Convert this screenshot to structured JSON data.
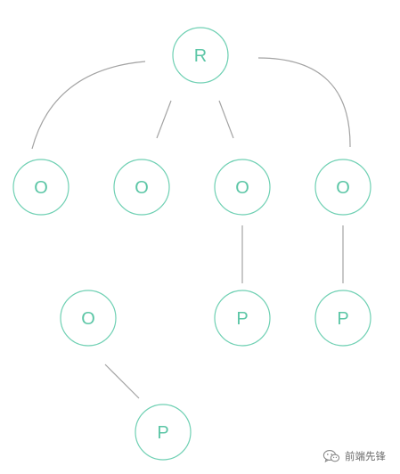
{
  "diagram": {
    "colors": {
      "node_stroke": "#6fd0b3",
      "node_text": "#5cc6a6",
      "edge": "#a3a3a3"
    },
    "nodes": [
      {
        "id": "r",
        "label": "R"
      },
      {
        "id": "o1",
        "label": "O"
      },
      {
        "id": "o2",
        "label": "O"
      },
      {
        "id": "o3",
        "label": "O"
      },
      {
        "id": "o4",
        "label": "O"
      },
      {
        "id": "o5",
        "label": "O"
      },
      {
        "id": "p1",
        "label": "P"
      },
      {
        "id": "p2",
        "label": "P"
      },
      {
        "id": "p3",
        "label": "P"
      }
    ],
    "edges": [
      {
        "from": "r",
        "to": "o1"
      },
      {
        "from": "r",
        "to": "o2"
      },
      {
        "from": "r",
        "to": "o3"
      },
      {
        "from": "r",
        "to": "o4"
      },
      {
        "from": "o3",
        "to": "p1"
      },
      {
        "from": "o4",
        "to": "p2"
      },
      {
        "from": "o5",
        "to": "p3"
      }
    ]
  },
  "watermark": {
    "icon": "wechat-icon",
    "text": "前端先锋"
  }
}
